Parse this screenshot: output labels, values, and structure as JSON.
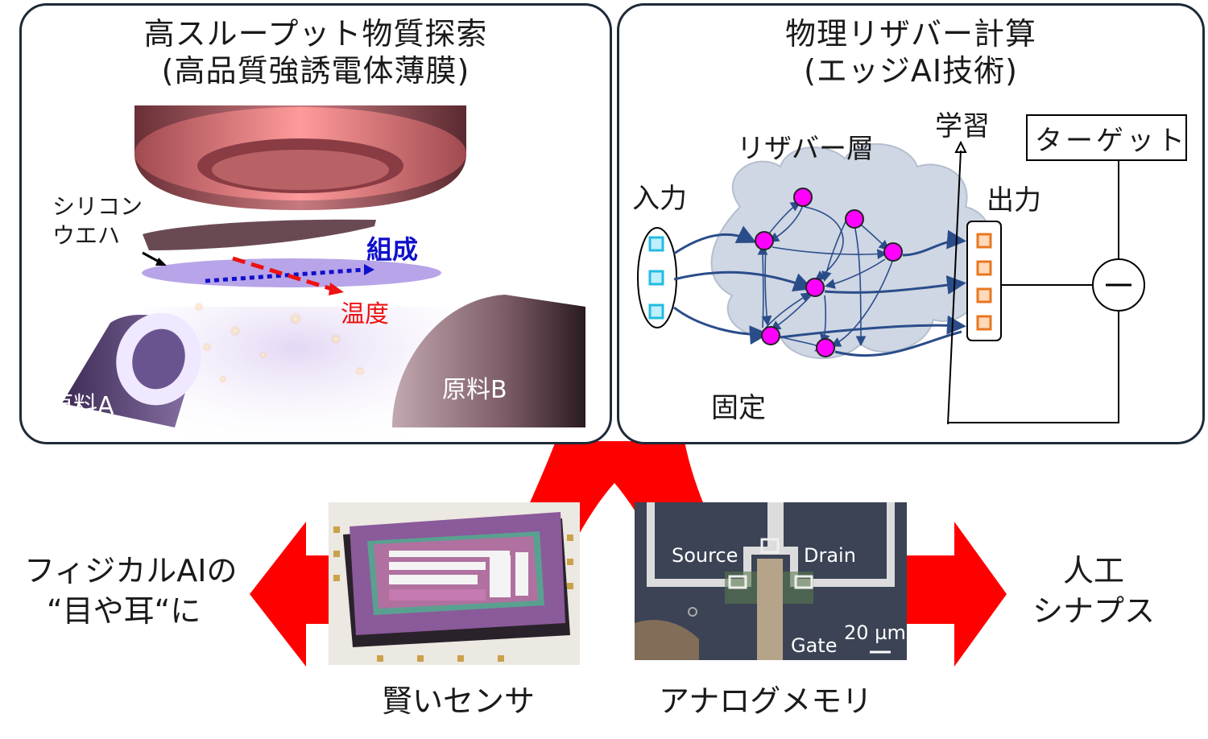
{
  "left_panel": {
    "title_line1": "高スループット物質探索",
    "title_line2": "(高品質強誘電体薄膜)",
    "wafer_label_line1": "シリコン",
    "wafer_label_line2": "ウエハ",
    "composition_label": "組成",
    "temperature_label": "温度",
    "source_a_label": "原料A",
    "source_b_label": "原料B"
  },
  "right_panel": {
    "title_line1": "物理リザバー計算",
    "title_line2": "(エッジAI技術)",
    "input_label": "入力",
    "reservoir_label": "リザバー層",
    "learning_label": "学習",
    "target_label": "ターゲット",
    "output_label": "出力",
    "fixed_label": "固定"
  },
  "bottom": {
    "left_text_line1": "フィジカルAIの",
    "left_text_line2": "“目や耳“に",
    "sensor_caption": "賢いセンサ",
    "memory_caption": "アナログメモリ",
    "right_text_line1": "人工",
    "right_text_line2": "シナプス",
    "source_label": "Source",
    "drain_label": "Drain",
    "gate_label": "Gate",
    "scale_label": "20 µm"
  },
  "colors": {
    "arrow_red": "#ff0000",
    "node_magenta": "#ff00ff",
    "input_cyan": "#22bce0",
    "output_orange": "#e87722",
    "composition_blue": "#1010cc",
    "temperature_red": "#ee1111",
    "panel_border": "#1e2a38"
  }
}
